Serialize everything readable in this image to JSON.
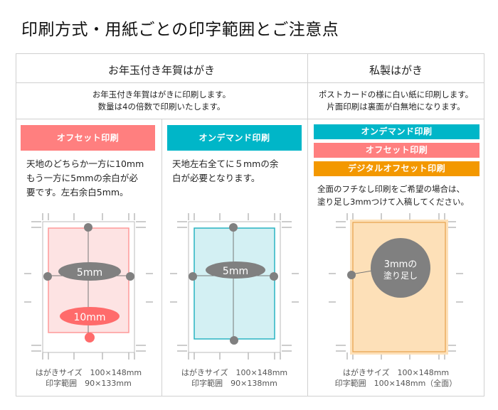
{
  "page": {
    "title": "印刷方式・用紙ごとの印字範囲とご注意点"
  },
  "columns": {
    "nenga": {
      "header": "お年玉付き年賀はがき",
      "note_line1": "お年玉付き年賀はがきに印刷します。",
      "note_line2": "数量は4の倍数で印刷いたします。",
      "panels": [
        {
          "badge": "オフセット印刷",
          "badge_color": "#ff7f7f",
          "desc_line1": "天地のどちらか一方に10mm",
          "desc_line2": "もう一方に5mmの余白が必",
          "desc_line3": "要です。左右余白5mm。",
          "margin_label_1": "5mm",
          "margin_label_2": "10mm",
          "spec_line1": "はがきサイズ　100×148mm",
          "spec_line2": "印字範囲　90×133mm"
        },
        {
          "badge": "オンデマンド印刷",
          "badge_color": "#00b6c8",
          "desc_line1": "天地左右全てに５mmの余",
          "desc_line2": "白が必要となります。",
          "margin_label_1": "5mm",
          "spec_line1": "はがきサイズ　100×148mm",
          "spec_line2": "印字範囲　90×138mm"
        }
      ]
    },
    "shisei": {
      "header": "私製はがき",
      "note_line1": "ポストカードの様に白い紙に印刷します。",
      "note_line2": "片面印刷は裏面が白無地になります。",
      "badges": [
        {
          "label": "オンデマンド印刷",
          "color": "#00b6c8"
        },
        {
          "label": "オフセット印刷",
          "color": "#ff7f7f"
        },
        {
          "label": "デジタルオフセット印刷",
          "color": "#f39800"
        }
      ],
      "desc_line1": "全面のフチなし印刷をご希望の場合は、",
      "desc_line2": "塗り足し3mmつけて入稿してください。",
      "bleed_label_1": "3mmの",
      "bleed_label_2": "塗り足し",
      "spec_line1": "はがきサイズ　100×148mm",
      "spec_line2": "印字範囲　100×148mm（全面）"
    }
  }
}
